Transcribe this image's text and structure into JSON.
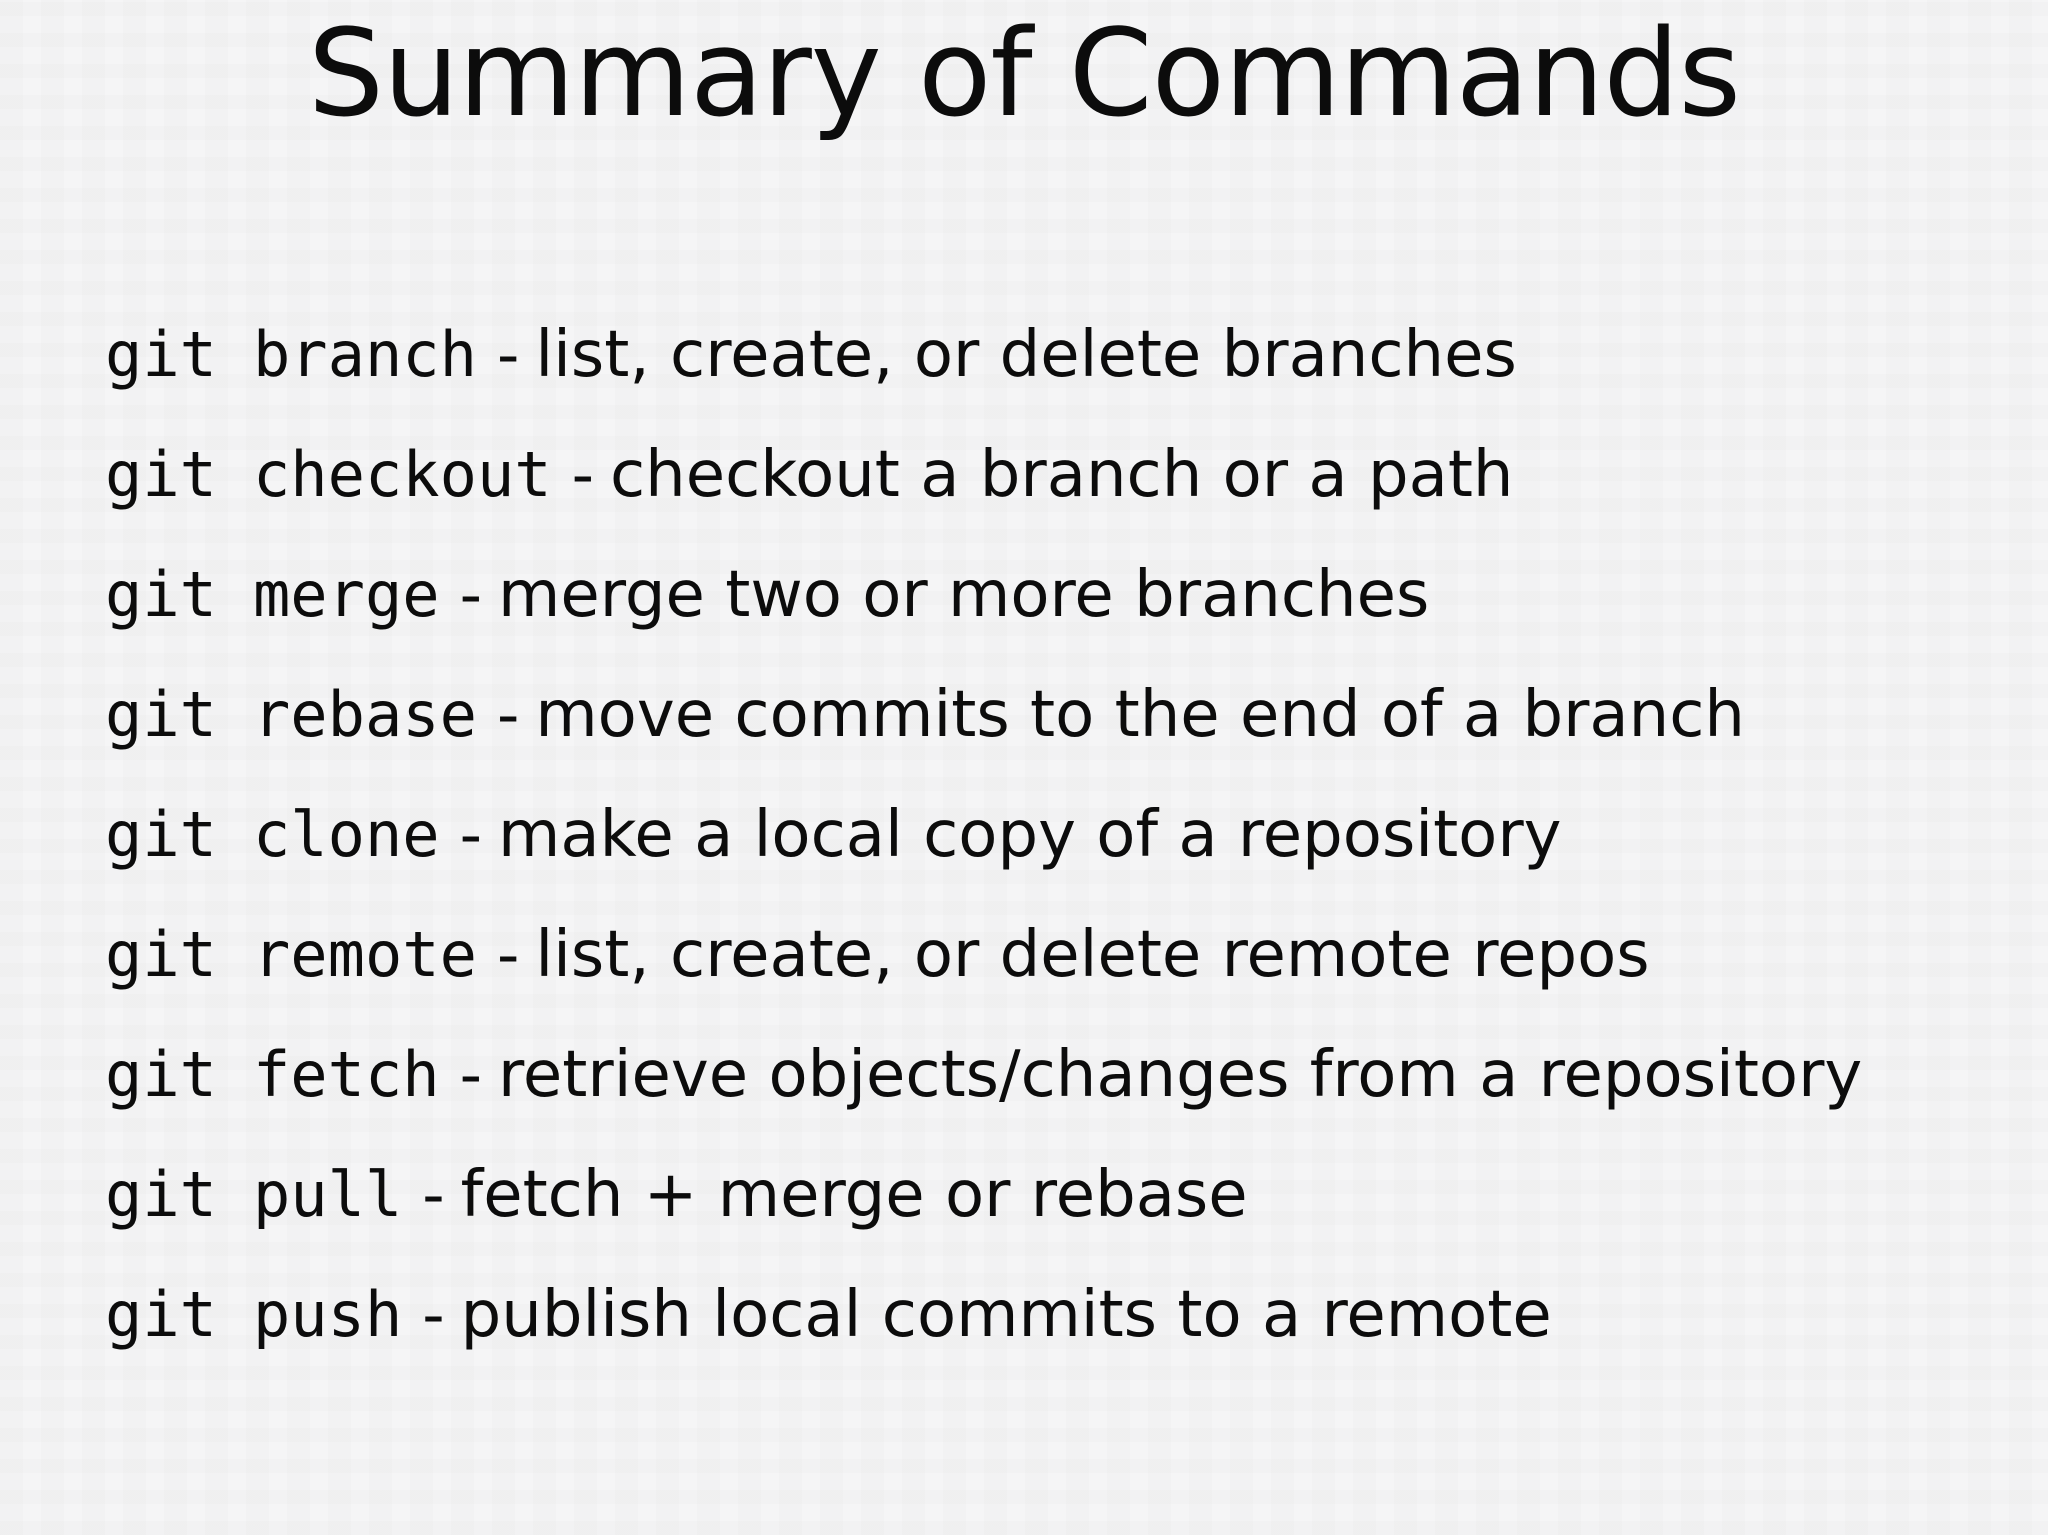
{
  "slide": {
    "title": "Summary of Commands"
  },
  "list": {
    "prefix": "git",
    "separator": "-",
    "items": [
      {
        "command": "branch",
        "description": "list, create, or delete branches"
      },
      {
        "command": "checkout",
        "description": "checkout a branch or a path"
      },
      {
        "command": "merge",
        "description": "merge two or more branches"
      },
      {
        "command": "rebase",
        "description": "move commits to the end of a branch"
      },
      {
        "command": "clone",
        "description": "make a local copy of a repository"
      },
      {
        "command": "remote",
        "description": "list, create, or delete remote repos"
      },
      {
        "command": "fetch",
        "description": "retrieve objects/changes from a repository"
      },
      {
        "command": "pull",
        "description": "fetch + merge or rebase"
      },
      {
        "command": "push",
        "description": "publish local commits to a remote"
      }
    ]
  },
  "colors": {
    "background": "#f5f5f6",
    "text": "#0c0c0c"
  }
}
